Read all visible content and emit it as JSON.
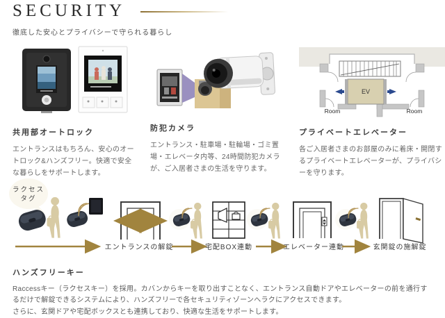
{
  "page": {
    "title": "SECURITY",
    "subtitle": "徹底した安心とプライバシーで守られる暮らし"
  },
  "features": [
    {
      "heading": "共用部オートロック",
      "body": "エントランスはもちろん、安心のオートロック&ハンズフリー。快適で安全な暮らしをサポートします。"
    },
    {
      "heading": "防犯カメラ",
      "body": "エントランス・駐車場・駐輪場・ゴミ置場・エレベータ内等、24時間防犯カメラが、ご入居者さまの生活を守ります。"
    },
    {
      "heading": "プライベートエレベーター",
      "body": "各ご入居者さまのお部屋のみに着床・開閉するプライベートエレベーターが、プライバシーを守ります。"
    }
  ],
  "floorplan": {
    "elevator_label": "EV",
    "room_left": "Room",
    "room_right": "Room"
  },
  "flow": {
    "tag_bubble_line1": "ラクセス",
    "tag_bubble_line2": "タグ",
    "steps": [
      "エントランスの解錠",
      "宅配BOX連動",
      "エレベーター連動",
      "玄関錠の施解錠"
    ]
  },
  "handsfree": {
    "heading": "ハンズフリーキー",
    "body1": "Raccessキー（ラクセスキー）を採用。カバンからキーを取り出すことなく、エントランス自動ドアやエレベーターの前を通行するだけで解錠できるシステムにより、ハンズフリーで各セキュリティゾーンへラクにアクセスできます。",
    "body2": "さらに、玄関ドアや宅配ボックスとも連携しており、快適な生活をサポートします。"
  },
  "colors": {
    "accent_gold": "#a1843e",
    "tan_figure": "#d8cba4",
    "fob_navy": "#2d333d",
    "plan_blue": "#2b4a8f",
    "bubble_cream": "#faf7ee"
  }
}
